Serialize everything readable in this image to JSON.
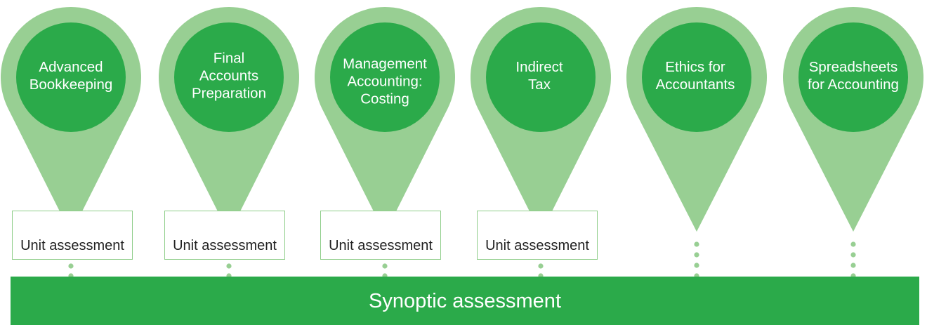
{
  "colors": {
    "pin_outer": "#98cf93",
    "pin_inner": "#2baa4a",
    "box_border": "#8fce8a",
    "dot": "#98cf93",
    "bar": "#2baa4a"
  },
  "units": [
    {
      "title": "Advanced\nBookkeeping",
      "assessment": "Unit assessment"
    },
    {
      "title": "Final\nAccounts\nPreparation",
      "assessment": "Unit assessment"
    },
    {
      "title": "Management\nAccounting:\nCosting",
      "assessment": "Unit assessment"
    },
    {
      "title": "Indirect\nTax",
      "assessment": "Unit assessment"
    },
    {
      "title": "Ethics for\nAccountants",
      "assessment": null
    },
    {
      "title": "Spreadsheets\nfor Accounting",
      "assessment": null
    }
  ],
  "synoptic": {
    "label": "Synoptic assessment"
  }
}
